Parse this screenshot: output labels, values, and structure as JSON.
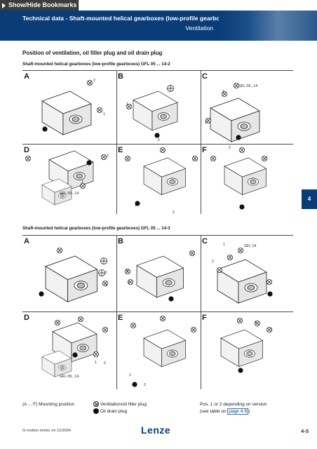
{
  "toolbar": {
    "bookmarks_label": "Show/Hide Bookmarks"
  },
  "header": {
    "title": "Technical data - Shaft-mounted helical gearboxes (low-profile gearboxes)",
    "subtitle": "Ventilation"
  },
  "section_title": "Position of ventilation, oil filler plug and oil drain plug",
  "group1": {
    "title": "Shaft-mounted helical gearboxes (low-profile gearboxes) GFL 05 ... 14-2",
    "panels": [
      "A",
      "B",
      "C",
      "D",
      "E",
      "F"
    ],
    "callouts": {
      "c_gfl": "GFL 09...14",
      "d_gfl": "GFL 09...14"
    }
  },
  "group2": {
    "title": "Shaft-mounted helical gearboxes (low-profile gearboxes) GFL 05 ... 14-3",
    "panels": [
      "A",
      "B",
      "C",
      "D",
      "E",
      "F"
    ],
    "callouts": {
      "c_gfl": "GFL 14",
      "d_gfl": "GFL 09...14"
    }
  },
  "numbers": {
    "one": "1",
    "two": "2"
  },
  "side_tab": "4",
  "legend": {
    "mounting": "(A ... F) Mounting position",
    "vent_label": "Ventilation/oil filler plug",
    "drain_label": "Oil drain plug",
    "pos_line1": "Pos. 1 or 2 depending on version",
    "pos_line2_prefix": "(see table on",
    "pos_link": "page 4-6",
    "pos_line2_suffix": ")"
  },
  "footer": {
    "left": "G-motion motec en 11/2004",
    "logo": "Lenze",
    "page": "4-5"
  },
  "colors": {
    "brand_blue": "#0a3d78"
  }
}
